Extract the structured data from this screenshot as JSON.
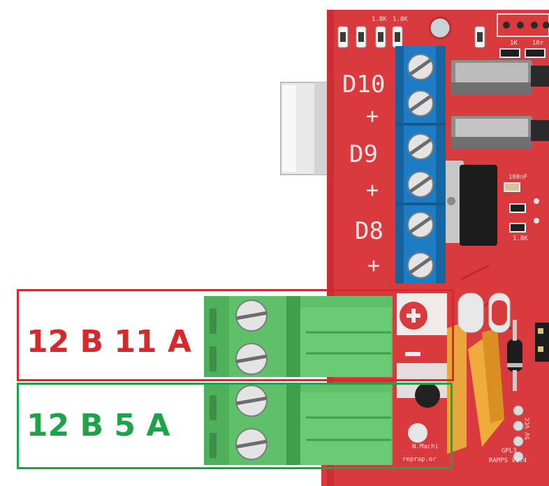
{
  "board": {
    "silkscreen": {
      "d10": "D10",
      "plus_top": "+",
      "d9": "D9",
      "plus_mid": "+",
      "d8": "D8",
      "plus_bot": "+",
      "res_1": "1.8K",
      "res_2": "1.8K",
      "res_3": "1K",
      "res_4": "10r",
      "cap": "100nF",
      "res_5": "1.8K",
      "vcc": "5V VCC",
      "gpl": "GPL3",
      "ramps": "RAMPS V1.4",
      "maker": "N.Machi",
      "site": "reprap.or"
    }
  },
  "annotations": {
    "top": {
      "text": "12 B 11 A",
      "color": "#d42a2e"
    },
    "bottom": {
      "text": "12 B 5 A",
      "color": "#1fa34a"
    }
  }
}
